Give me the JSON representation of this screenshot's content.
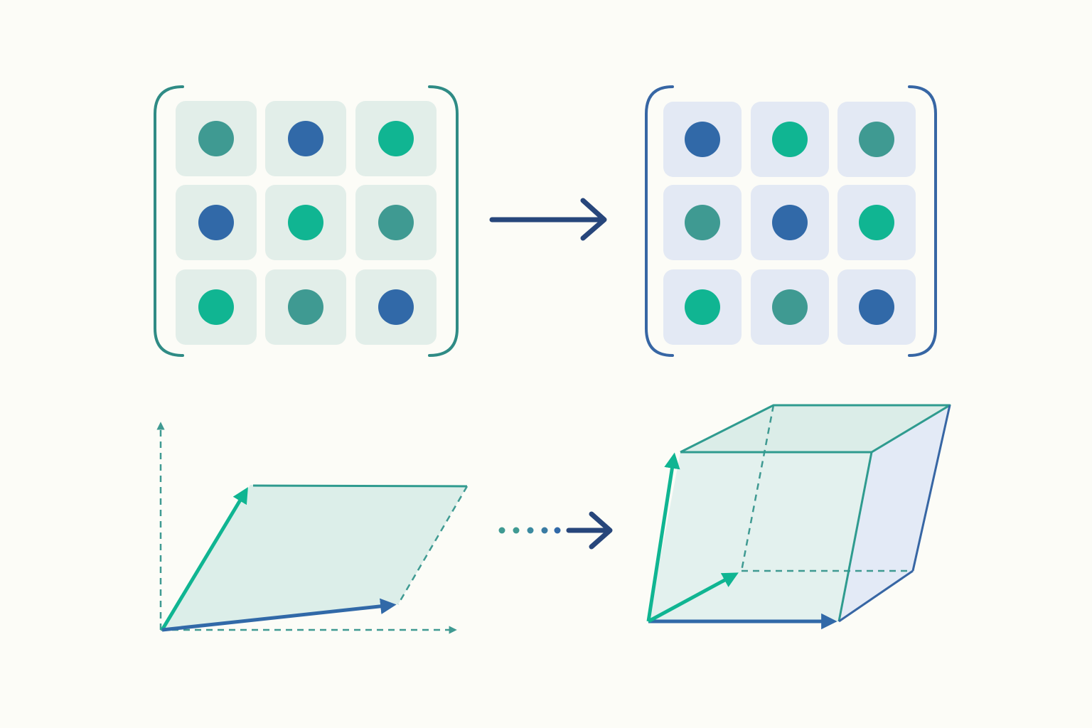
{
  "colors": {
    "background": "#fcfcf7",
    "teal": "#3f9a92",
    "blue": "#3169a8",
    "green": "#10b592",
    "navy": "#27467b",
    "cell_left": "#e2eee9",
    "cell_right": "#e3e9f4",
    "bracket_left": "#2f8b85",
    "bracket_right": "#3766a4",
    "plane_fill": "#dceee9",
    "cube_front": "#e3f1ee",
    "cube_top": "#dbede8",
    "cube_side": "#e3eaf6"
  },
  "matrix_left": {
    "dots": [
      [
        "teal",
        "blue",
        "green"
      ],
      [
        "blue",
        "green",
        "teal"
      ],
      [
        "green",
        "teal",
        "blue"
      ]
    ]
  },
  "matrix_right": {
    "dots": [
      [
        "blue",
        "green",
        "teal"
      ],
      [
        "teal",
        "blue",
        "green"
      ],
      [
        "green",
        "teal",
        "blue"
      ]
    ]
  },
  "icons": {
    "top_arrow": "right-arrow-icon",
    "bottom_arrow": "dotted-right-arrow-icon"
  }
}
